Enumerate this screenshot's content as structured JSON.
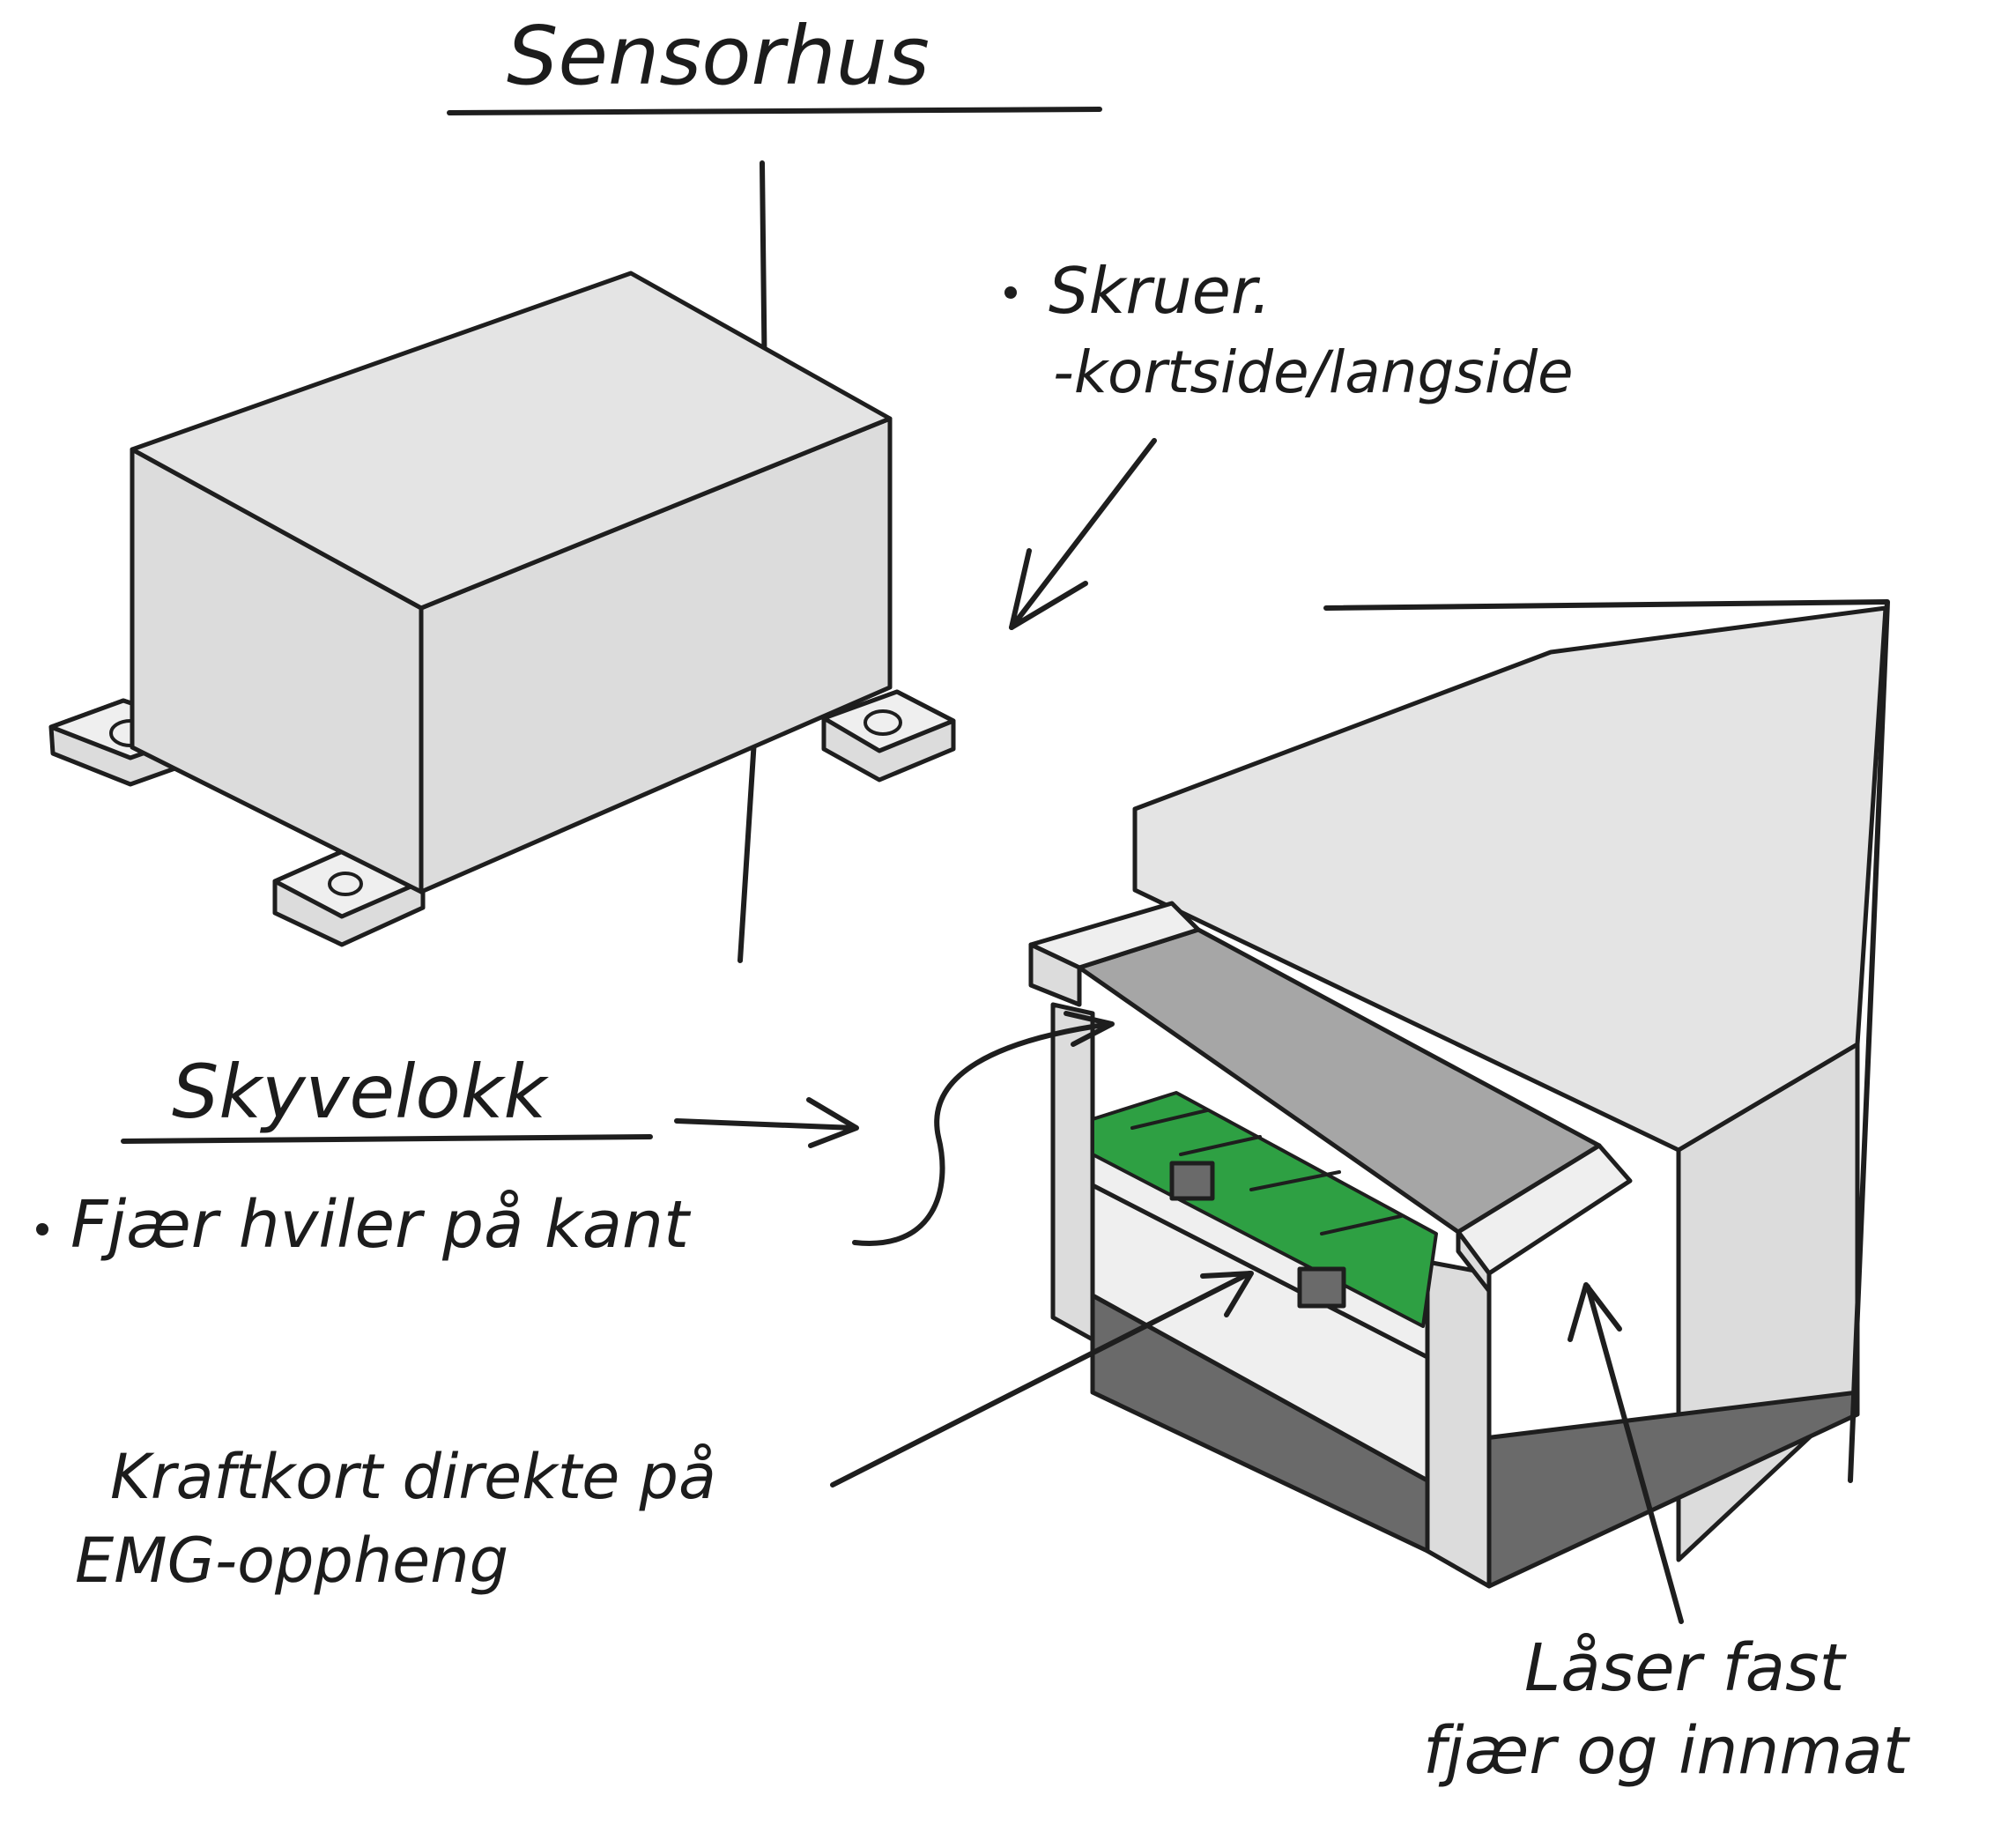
{
  "labels": {
    "title": "Sensorhus",
    "screws_bullet": "Skruer.",
    "screws_sub": "-kortside/langside",
    "sliding_lid": "Skyvelokk",
    "spring_note": "Fjær hviler på kant",
    "board_note_line1": "Kraftkort direkte på",
    "board_note_line2": "EMG-oppheng",
    "lock_note_line1": "Låser fast",
    "lock_note_line2": "fjær og innmat"
  },
  "colors": {
    "ink": "#1e1e1e",
    "housing_gray": "#e0e0e0",
    "lid_dark": "#a6a6a6",
    "cavity_dark": "#6a6a6a",
    "pcb_green": "#2ea043"
  }
}
